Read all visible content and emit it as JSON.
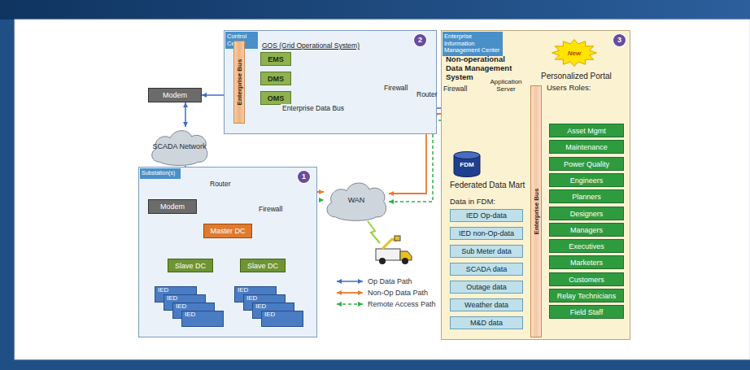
{
  "diagram": {
    "nodes": [
      {
        "text": [
          "Control Center"
        ]
      },
      {
        "text": [
          "Enterprise Bus"
        ],
        "in": 0
      },
      {
        "text": [
          "EMS"
        ],
        "in": 0
      },
      {
        "text": [
          "DMS"
        ],
        "in": 0
      },
      {
        "text": [
          "OMS"
        ],
        "in": 0
      },
      {
        "text": [
          "Modem"
        ]
      },
      {
        "text": [
          "SCADA Network"
        ]
      },
      {
        "text": [
          "Substation(s)"
        ]
      },
      {
        "text": [
          "Modem"
        ],
        "in": 7
      },
      {
        "text": [
          "Master DC"
        ],
        "in": 7
      },
      {
        "text": [
          "Slave DC"
        ],
        "in": 7
      },
      {
        "text": [
          "Slave DC"
        ],
        "in": 7
      },
      {
        "text": [
          "IED"
        ],
        "in": 7
      },
      {
        "text": [
          "IED"
        ],
        "in": 7
      },
      {
        "text": [
          "IED"
        ],
        "in": 7
      },
      {
        "text": [
          "IED"
        ],
        "in": 7
      },
      {
        "text": [
          "IED"
        ],
        "in": 7
      },
      {
        "text": [
          "IED"
        ],
        "in": 7
      },
      {
        "text": [
          "IED"
        ],
        "in": 7
      },
      {
        "text": [
          "IED"
        ],
        "in": 7
      },
      {
        "text": [
          "WAN"
        ]
      },
      {
        "text": [
          "Enterprise Information Management Center"
        ]
      },
      {
        "text": [
          "New"
        ],
        "in": 21
      },
      {
        "text": [
          "Application Server"
        ],
        "in": 21
      },
      {
        "text": [
          "FDM"
        ],
        "in": 21
      },
      {
        "text": [
          "IED Op-data"
        ],
        "in": 21
      },
      {
        "text": [
          "IED non-Op-data"
        ],
        "in": 21
      },
      {
        "text": [
          "Sub Meter data"
        ],
        "in": 21
      },
      {
        "text": [
          "SCADA data"
        ],
        "in": 21
      },
      {
        "text": [
          "Outage data"
        ],
        "in": 21
      },
      {
        "text": [
          "Weather data"
        ],
        "in": 21
      },
      {
        "text": [
          "M&D data"
        ],
        "in": 21
      },
      {
        "text": [
          "Enterprise Bus"
        ],
        "in": 21
      },
      {
        "text": [
          "Asset Mgmt"
        ],
        "in": 21
      },
      {
        "text": [
          "Maintenance"
        ],
        "in": 21
      },
      {
        "text": [
          "Power Quality"
        ],
        "in": 21
      },
      {
        "text": [
          "Engineers"
        ],
        "in": 21
      },
      {
        "text": [
          "Planners"
        ],
        "in": 21
      },
      {
        "text": [
          "Designers"
        ],
        "in": 21
      },
      {
        "text": [
          "Managers"
        ],
        "in": 21
      },
      {
        "text": [
          "Executives"
        ],
        "in": 21
      },
      {
        "text": [
          "Marketers"
        ],
        "in": 21
      },
      {
        "text": [
          "Customers"
        ],
        "in": 21
      },
      {
        "text": [
          "Relay Technicians"
        ],
        "in": 21
      },
      {
        "text": [
          "Field Staff"
        ],
        "in": 21
      }
    ],
    "edges": [
      {
        "from": 5,
        "to": 1,
        "arrow": "both"
      },
      {
        "from": 1,
        "to": 2,
        "arrow": "both"
      },
      {
        "from": 1,
        "to": 3,
        "arrow": "both"
      },
      {
        "from": 1,
        "to": 4,
        "arrow": "both"
      },
      {
        "from": 5,
        "to": 6,
        "arrow": "both"
      },
      {
        "from": 6,
        "to": 8,
        "arrow": "both"
      },
      {
        "from": 8,
        "to": 9,
        "arrow": "both"
      },
      {
        "from": 9,
        "to": 10,
        "arrow": "both"
      },
      {
        "from": 9,
        "to": 11,
        "arrow": "both"
      },
      {
        "from": 10,
        "to": 12,
        "arrow": "both"
      },
      {
        "from": 11,
        "to": 16,
        "arrow": "both"
      },
      {
        "from": 9,
        "to": 20,
        "arrow": "both"
      },
      {
        "from": 9,
        "to": 20,
        "arrow": "both"
      },
      {
        "from": 1,
        "to": 23,
        "label": "Enterprise Data Bus",
        "arrow": "both"
      },
      {
        "from": 20,
        "to": 23,
        "arrow": "both"
      },
      {
        "from": 20,
        "to": 23,
        "arrow": "both"
      },
      {
        "from": 23,
        "to": 24,
        "arrow": "none"
      },
      {
        "from": 23,
        "to": 32,
        "arrow": "to"
      }
    ],
    "labels": [
      "2",
      "GOS (Grid Operational System)",
      "Firewall",
      "Router",
      "3",
      "Non-operational Data Management System",
      "Firewall",
      "Personalized Portal",
      "Federated Data Mart",
      "Data in FDM:",
      "Users Roles:",
      "1",
      "Router",
      "Firewall"
    ],
    "legend": [
      {
        "text": "Op Data Path"
      },
      {
        "text": "Non-Op Data Path"
      },
      {
        "text": "Remote Access Path"
      }
    ]
  }
}
